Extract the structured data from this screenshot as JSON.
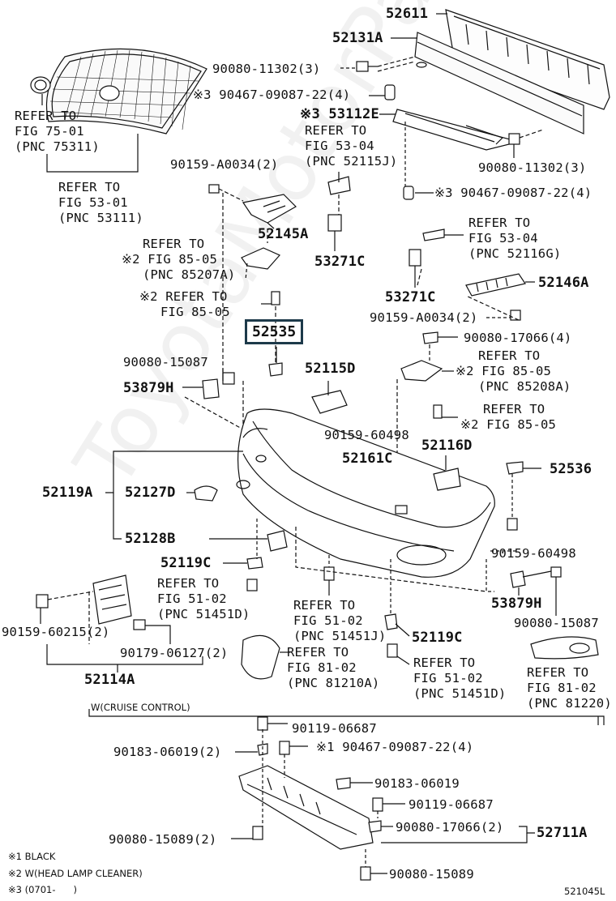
{
  "watermark": "ToyotaMotorParts",
  "highlight": "52535",
  "page_code": "521045L",
  "section_label": "W(CRUISE CONTROL)",
  "legend": [
    "※1 BLACK",
    "※2 W(HEAD LAMP CLEANER)",
    "※3 (0701-      )"
  ],
  "labels": {
    "p52611": "52611",
    "p52131A": "52131A",
    "p90080_11302_3a": "90080-11302(3)",
    "p90467_4a": "※3 90467-09087-22(4)",
    "p53112E": "※3 53112E",
    "ref_531_1": "REFER TO",
    "ref_531_2": "FIG 53-04",
    "ref_531_3": "(PNC 52115J)",
    "p90080_11302_3b": "90080-11302(3)",
    "p90467_4b": "※3 90467-09087-22(4)",
    "ref_751_1": "REFER TO",
    "ref_751_2": "FIG 75-01",
    "ref_751_3": "(PNC 75311)",
    "ref_5301_1": "REFER TO",
    "ref_5301_2": "FIG 53-01",
    "ref_5301_3": "(PNC 53111)",
    "p90159_A0034_2a": "90159-A0034(2)",
    "p52145A": "52145A",
    "ref_5304g_1": "REFER TO",
    "ref_5304g_2": "FIG 53-04",
    "ref_5304g_3": "(PNC 52116G)",
    "ref_8505a_1": "REFER TO",
    "ref_8505a_2": "※2 FIG 85-05",
    "ref_8505a_3": "(PNC 85207A)",
    "p53271C_a": "53271C",
    "p52146A": "52146A",
    "ref_8505b_1": "※2 REFER TO",
    "ref_8505b_2": "FIG 85-05",
    "p53271C_b": "53271C",
    "p90159_A0034_2b": "90159-A0034(2)",
    "p90080_17066_4": "90080-17066(4)",
    "ref_8505c_1": "REFER TO",
    "ref_8505c_2": "※2 FIG 85-05",
    "ref_8505c_3": "(PNC 85208A)",
    "p90080_15087a": "90080-15087",
    "p52115D": "52115D",
    "p53879H_a": "53879H",
    "ref_8505d_1": "REFER TO",
    "ref_8505d_2": "※2 FIG 85-05",
    "p90159_60498a": "90159-60498",
    "p52161C": "52161C",
    "p52116D": "52116D",
    "p52536": "52536",
    "p52119A": "52119A",
    "p52127D": "52127D",
    "p52128B": "52128B",
    "p90159_60498b": "90159-60498",
    "p52119C_a": "52119C",
    "ref_5102a_1": "REFER TO",
    "ref_5102a_2": "FIG 51-02",
    "ref_5102a_3": "(PNC 51451D)",
    "p53879H_b": "53879H",
    "p90080_15087b": "90080-15087",
    "ref_5102j_1": "REFER TO",
    "ref_5102j_2": "FIG 51-02",
    "ref_5102j_3": "(PNC 51451J)",
    "p52119C_b": "52119C",
    "p90159_60215_2": "90159-60215(2)",
    "p90179_06127_2": "90179-06127(2)",
    "ref_8102a_1": "REFER TO",
    "ref_8102a_2": "FIG 81-02",
    "ref_8102a_3": "(PNC 81210A)",
    "ref_5102d_1": "REFER TO",
    "ref_5102d_2": "FIG 51-02",
    "ref_5102d_3": "(PNC 51451D)",
    "ref_8102b_1": "REFER TO",
    "ref_8102b_2": "FIG 81-02",
    "ref_8102b_3": "(PNC 81220)",
    "p52114A": "52114A",
    "p90119_06687a": "90119-06687",
    "p90183_06019_2": "90183-06019(2)",
    "p90467_4c": "※1 90467-09087-22(4)",
    "p90183_06019": "90183-06019",
    "p90119_06687b": "90119-06687",
    "p90080_17066_2": "90080-17066(2)",
    "p52711A": "52711A",
    "p90080_15089_2": "90080-15089(2)",
    "p90080_15089": "90080-15089"
  }
}
